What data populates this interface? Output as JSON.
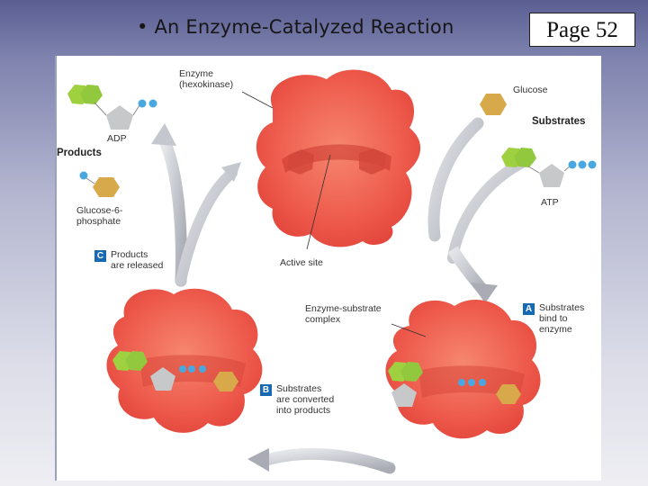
{
  "slide": {
    "title": "• An Enzyme-Catalyzed Reaction",
    "page": "Page 52"
  },
  "figure": {
    "labels": {
      "enzyme": "Enzyme\n(hexokinase)",
      "glucose": "Glucose",
      "substrates": "Substrates",
      "atp": "ATP",
      "adp": "ADP",
      "products": "Products",
      "g6p": "Glucose-6-\nphosphate",
      "active_site": "Active site",
      "complex": "Enzyme-substrate\ncomplex"
    },
    "steps": [
      {
        "letter": "A",
        "text": "Substrates\nbind to\nenzyme"
      },
      {
        "letter": "B",
        "text": "Substrates\nare converted\ninto products"
      },
      {
        "letter": "C",
        "text": "Products\nare released"
      }
    ],
    "colors": {
      "enzyme": "#ef5a4c",
      "hexagon_gold": "#d7a94a",
      "hexagon_green": "#92c83e",
      "pentagon_gray": "#c7c8ca",
      "phosphate_blue": "#4aa8e0",
      "arrow_gray": "#b9bcc4",
      "step_badge": "#1769b3"
    }
  }
}
